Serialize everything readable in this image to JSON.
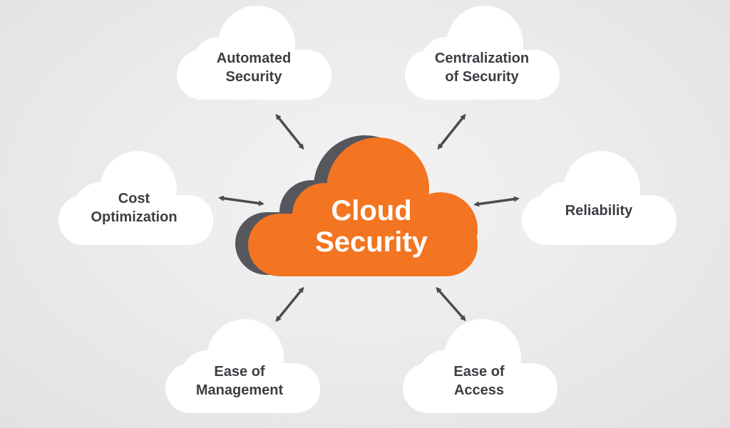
{
  "center": {
    "line1": "Cloud",
    "line2": "Security"
  },
  "benefits": [
    {
      "line1": "Automated",
      "line2": "Security"
    },
    {
      "line1": "Centralization",
      "line2": "of Security"
    },
    {
      "line1": "Cost",
      "line2": "Optimization"
    },
    {
      "line1": "Reliability",
      "line2": ""
    },
    {
      "line1": "Ease of",
      "line2": "Management"
    },
    {
      "line1": "Ease of",
      "line2": "Access"
    }
  ],
  "colors": {
    "accent": "#f37421",
    "shadow": "#55575d",
    "text": "#3c3e43",
    "arrow": "#4a4c51"
  }
}
